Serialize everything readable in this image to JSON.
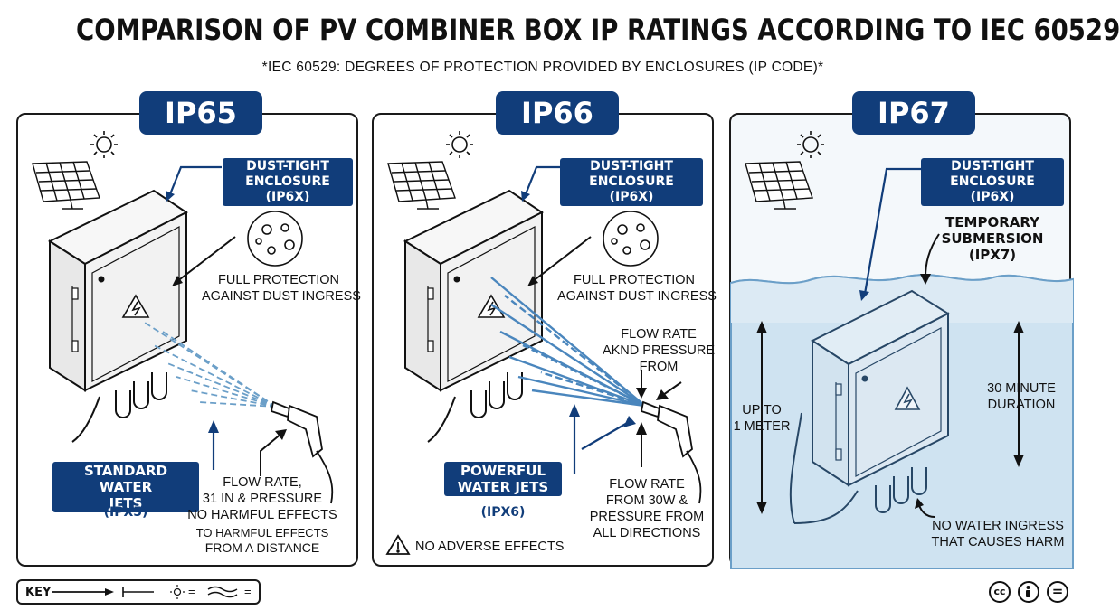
{
  "header": {
    "title": "COMPARISON OF PV COMBINER BOX IP RATINGS ACCORDING TO IEC 60529",
    "subtitle": "*IEC 60529: DEGREES OF PROTECTION PROVIDED BY ENCLOSURES (IP CODE)*"
  },
  "panels": [
    {
      "badge": "IP65",
      "dust_tag": [
        "DUST-TIGHT",
        "ENCLOSURE (IP6X)"
      ],
      "dust_desc": [
        "FULL PROTECTION",
        "AGAINST DUST INGRESS"
      ],
      "water_tag": [
        "STANDARD WATER",
        "JETS"
      ],
      "water_code": "(IPX5)",
      "flow_desc": [
        "FLOW RATE,",
        "31 IN & PRESSURE",
        "NO HARMFUL EFFECTS"
      ],
      "flow_small": [
        "TO HARMFUL EFFECTS",
        "FROM A DISTANCE"
      ]
    },
    {
      "badge": "IP66",
      "dust_tag": [
        "DUST-TIGHT",
        "ENCLOSURE (IP6X)"
      ],
      "dust_desc": [
        "FULL PROTECTION",
        "AGAINST DUST INGRESS"
      ],
      "flow_top": [
        "FLOW RATE",
        "AKND PRESSURE",
        "FROM"
      ],
      "water_tag": [
        "POWERFUL",
        "WATER JETS"
      ],
      "water_code": "(IPX6)",
      "flow_desc": [
        "FLOW RATE",
        "FROM 30W &",
        "PRESSURE FROM",
        "ALL DIRECTIONS"
      ],
      "warning": "NO ADVERSE EFFECTS"
    },
    {
      "badge": "IP67",
      "dust_tag": [
        "DUST-TIGHT",
        "ENCLOSURE (IP6X)"
      ],
      "submersion": [
        "TEMPORARY",
        "SUBMERSION",
        "(IPX7)"
      ],
      "depth": [
        "UP TO",
        "1 METER"
      ],
      "duration": [
        "30 MINUTE",
        "DURATION"
      ],
      "ingress": [
        "NO WATER INGRESS",
        "THAT CAUSES HARM"
      ]
    }
  ],
  "key": {
    "label": "KEY",
    "items": [
      "=",
      "="
    ]
  },
  "license": {
    "cc": "cc",
    "eq": "="
  },
  "colors": {
    "navy": "#113d7a",
    "water": "#cfe3f1",
    "water_dark": "#6b9fc8"
  }
}
